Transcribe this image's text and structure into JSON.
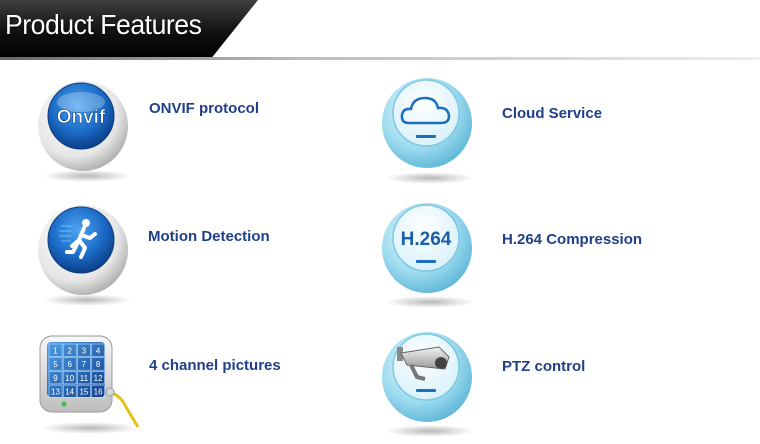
{
  "header": {
    "title": "Product Features"
  },
  "features": [
    {
      "label": "ONVIF protocol",
      "icon": "onvif-icon",
      "icon_text": "Onvif"
    },
    {
      "label": "Cloud Service",
      "icon": "cloud-icon"
    },
    {
      "label": "Motion Detection",
      "icon": "running-man-icon"
    },
    {
      "label": "H.264 Compression",
      "icon": "h264-icon",
      "icon_text": "H.264"
    },
    {
      "label": "4 channel pictures",
      "icon": "monitor-grid-icon",
      "grid": [
        "1",
        "2",
        "3",
        "4",
        "5",
        "6",
        "7",
        "8",
        "9",
        "10",
        "11",
        "12",
        "13",
        "14",
        "15",
        "16"
      ]
    },
    {
      "label": "PTZ  control",
      "icon": "ptz-camera-icon"
    }
  ],
  "colors": {
    "label": "#1f3f8a",
    "blue_accent": "#1560b8",
    "cyan_accent": "#7fd0ea",
    "header_bg": "#111111"
  }
}
